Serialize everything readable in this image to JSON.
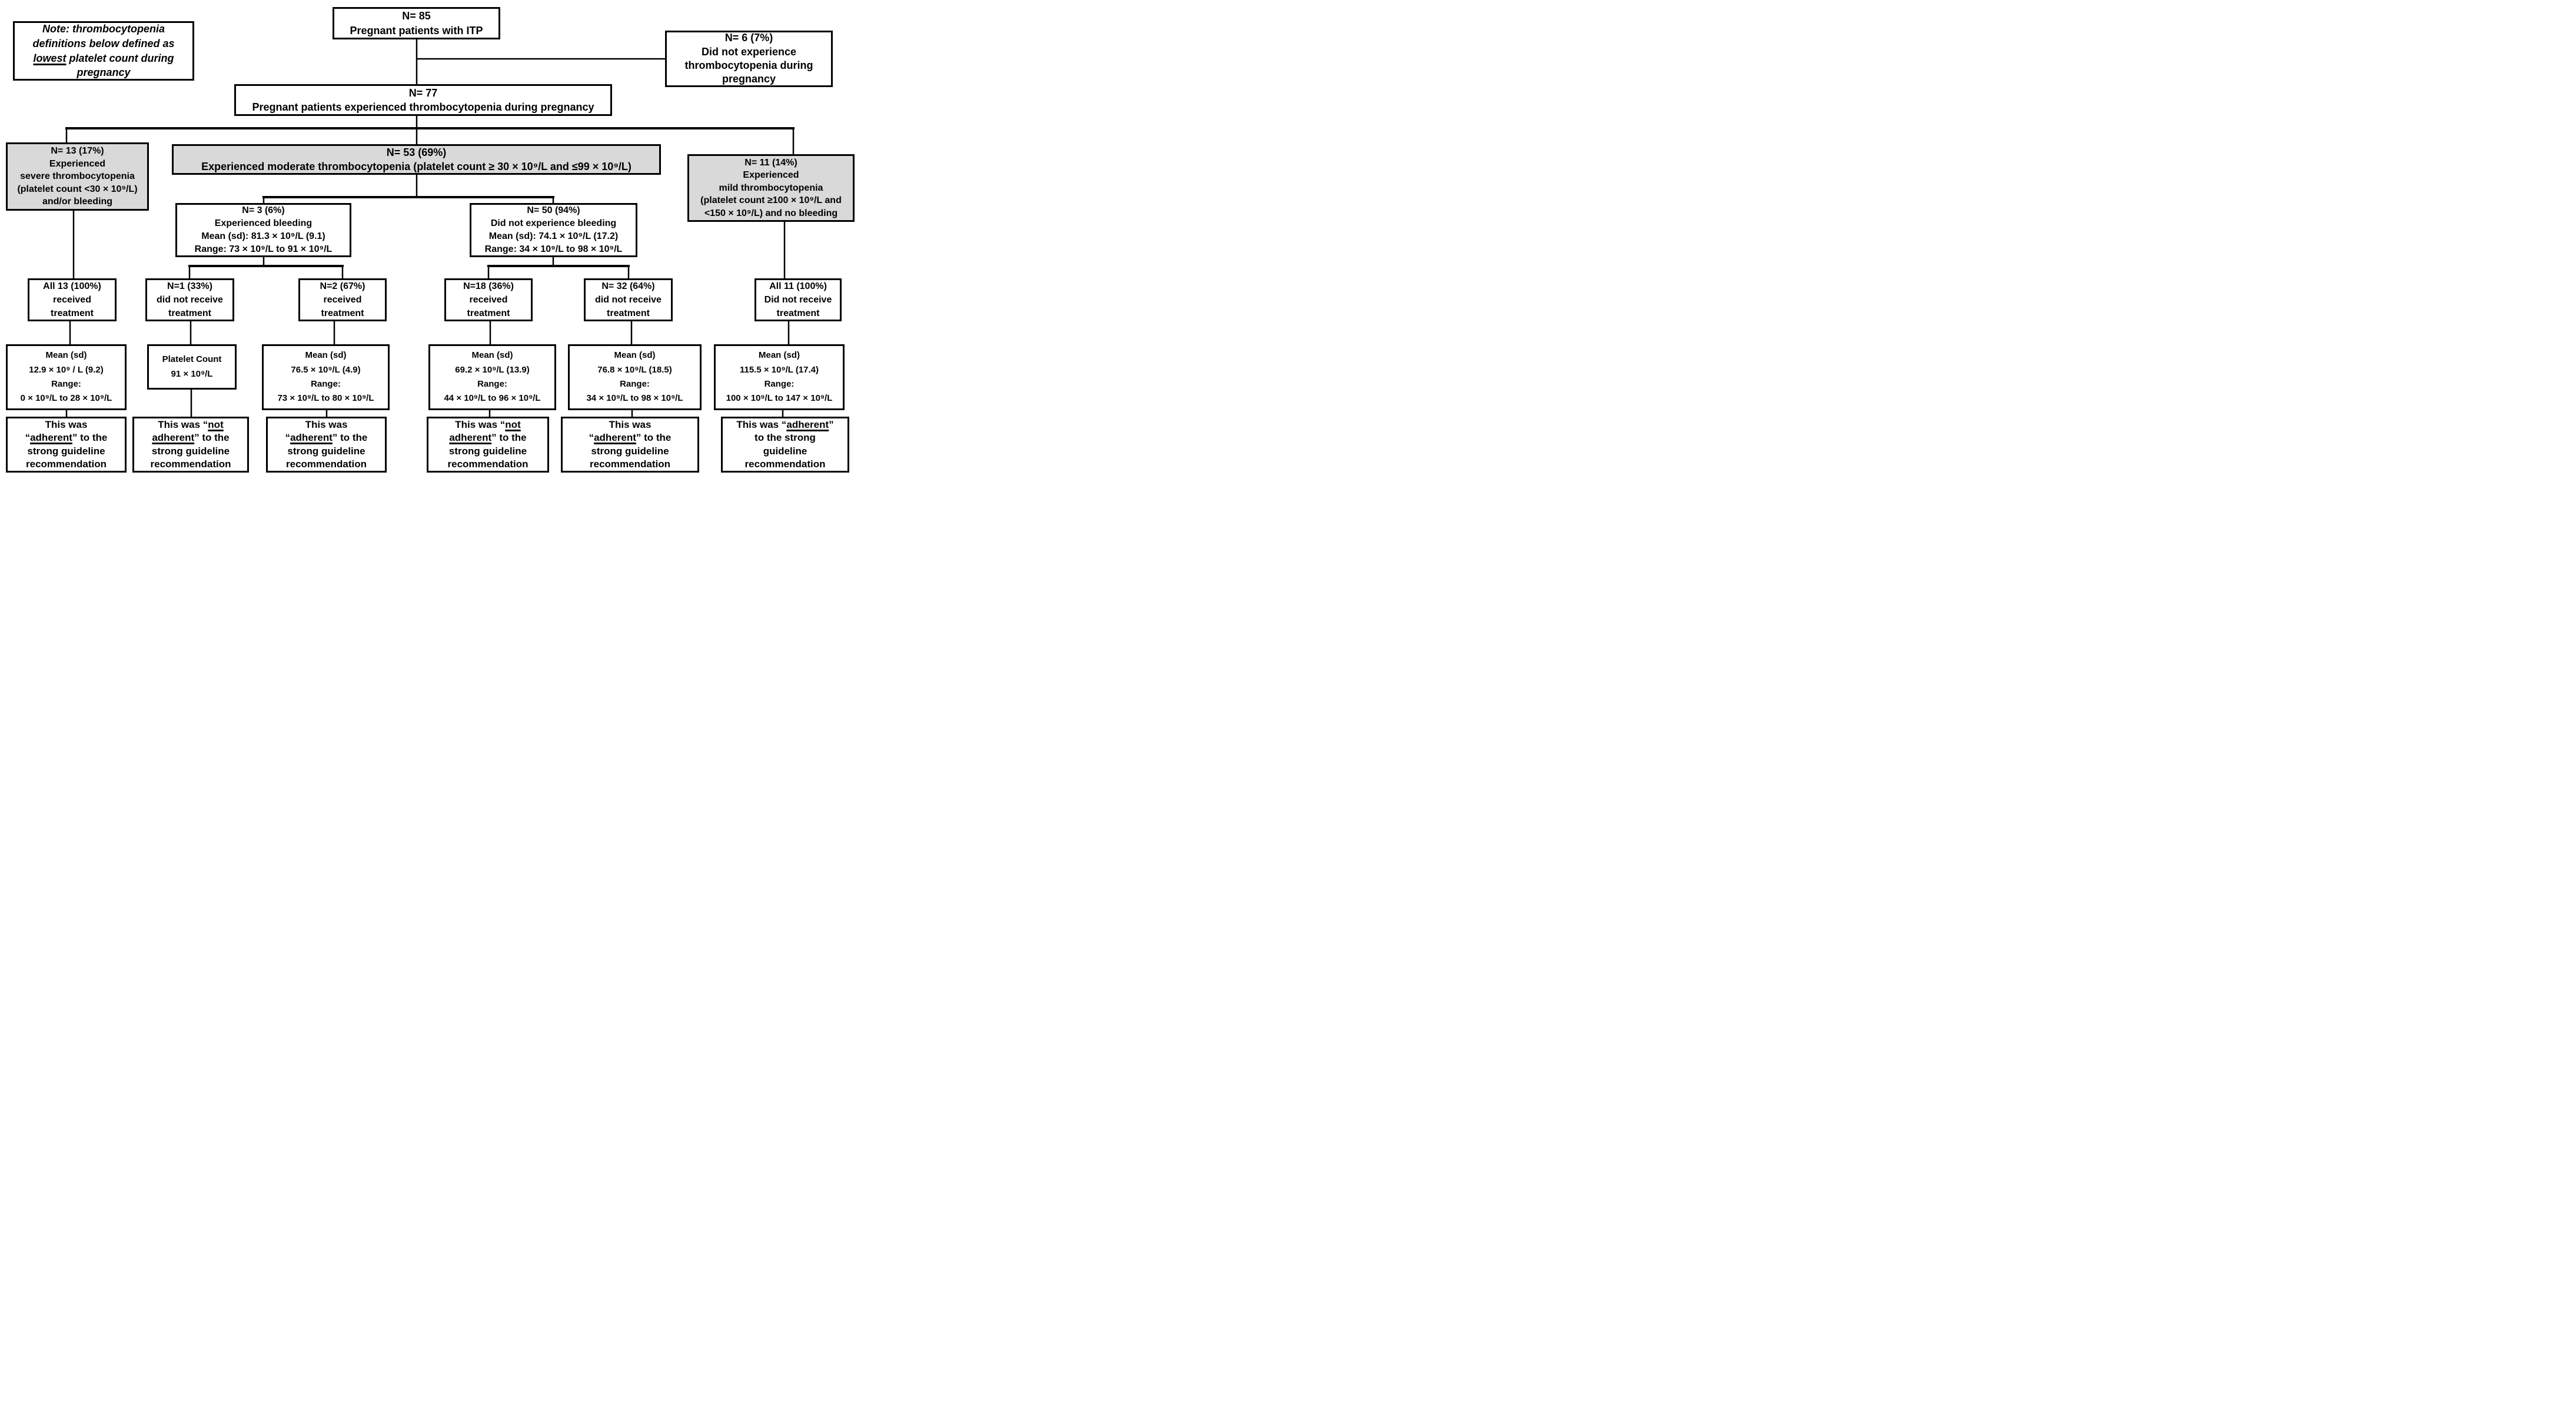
{
  "colors": {
    "box_border": "#000000",
    "shaded_box_fill": "#d9d9d9",
    "background": "#ffffff",
    "connector_line": "#000000"
  },
  "note": {
    "lines": [
      {
        "pre": "Note: thrombocytopenia"
      },
      {
        "pre": "definitions below defined as"
      },
      {
        "u": "lowest",
        "post": " platelet count during"
      },
      {
        "pre": "pregnancy"
      }
    ]
  },
  "root": {
    "lines": [
      "N= 85",
      "Pregnant patients with ITP"
    ]
  },
  "excluded": {
    "lines": [
      "N= 6 (7%)",
      "Did not experience",
      "thrombocytopenia during",
      "pregnancy"
    ]
  },
  "all_tp": {
    "lines": [
      "N= 77",
      "Pregnant patients experienced thrombocytopenia during pregnancy"
    ]
  },
  "severe": {
    "lines": [
      "N= 13 (17%)",
      "Experienced",
      "severe thrombocytopenia",
      "(platelet count <30 × 10⁹/L)",
      "and/or bleeding"
    ]
  },
  "moderate": {
    "lines": [
      "N= 53 (69%)",
      "Experienced moderate thrombocytopenia (platelet count ≥ 30 × 10⁹/L  and ≤99 × 10⁹/L)"
    ]
  },
  "mild": {
    "lines": [
      "N= 11 (14%)",
      "Experienced",
      "mild thrombocytopenia",
      "(platelet count  ≥100 × 10⁹/L  and",
      "<150 × 10⁹/L) and no bleeding"
    ]
  },
  "bleeding": {
    "lines": [
      "N= 3 (6%)",
      "Experienced bleeding",
      "Mean (sd): 81.3 × 10⁹/L (9.1)",
      "Range:  73 × 10⁹/L to  91 × 10⁹/L"
    ]
  },
  "no_bleeding": {
    "lines": [
      "N= 50 (94%)",
      "Did not experience bleeding",
      "Mean (sd): 74.1 × 10⁹/L (17.2)",
      "Range: 34 × 10⁹/L to 98 × 10⁹/L"
    ]
  },
  "treatment": [
    {
      "lines": [
        "All 13 (100%)",
        "received",
        "treatment"
      ]
    },
    {
      "lines": [
        "N=1 (33%)",
        "did not receive",
        "treatment"
      ]
    },
    {
      "lines": [
        "N=2 (67%)",
        "received",
        "treatment"
      ]
    },
    {
      "lines": [
        "N=18 (36%)",
        "received",
        "treatment"
      ]
    },
    {
      "lines": [
        "N= 32 (64%)",
        "did not receive",
        "treatment"
      ]
    },
    {
      "lines": [
        "All 11 (100%)",
        "Did not receive",
        "treatment"
      ]
    }
  ],
  "stats": [
    {
      "lines": [
        "Mean (sd)",
        "12.9 × 10⁹ / L (9.2)",
        "Range:",
        "0 × 10⁹/L to 28 × 10⁹/L"
      ]
    },
    {
      "lines": [
        "Platelet Count",
        "91 × 10⁹/L"
      ]
    },
    {
      "lines": [
        "Mean (sd)",
        "76.5 × 10⁹/L (4.9)",
        "Range:",
        "73 × 10⁹/L to  80 × 10⁹/L"
      ]
    },
    {
      "lines": [
        "Mean (sd)",
        "69.2 × 10⁹/L (13.9)",
        "Range:",
        "44 × 10⁹/L to 96 × 10⁹/L"
      ]
    },
    {
      "lines": [
        "Mean (sd)",
        "76.8 × 10⁹/L (18.5)",
        "Range:",
        "34 × 10⁹/L to  98 × 10⁹/L"
      ]
    },
    {
      "lines": [
        "Mean (sd)",
        "115.5 × 10⁹/L (17.4)",
        "Range:",
        "100 × 10⁹/L to 147 × 10⁹/L"
      ]
    }
  ],
  "adherence": [
    {
      "lines": [
        {
          "pre": "This was"
        },
        {
          "pre": "“",
          "u": "adherent",
          "post": "” to the"
        },
        {
          "pre": "strong guideline"
        },
        {
          "pre": "recommendation"
        }
      ]
    },
    {
      "lines": [
        {
          "pre": "This was “",
          "u": "not"
        },
        {
          "u": "adherent",
          "post": "” to the"
        },
        {
          "pre": "strong guideline"
        },
        {
          "pre": "recommendation"
        }
      ]
    },
    {
      "lines": [
        {
          "pre": "This was"
        },
        {
          "pre": "“",
          "u": "adherent",
          "post": "” to the"
        },
        {
          "pre": "strong guideline"
        },
        {
          "pre": "recommendation"
        }
      ]
    },
    {
      "lines": [
        {
          "pre": "This was “",
          "u": "not"
        },
        {
          "u": "adherent",
          "post": "” to the"
        },
        {
          "pre": "strong guideline"
        },
        {
          "pre": "recommendation"
        }
      ]
    },
    {
      "lines": [
        {
          "pre": "This was"
        },
        {
          "pre": "“",
          "u": "adherent",
          "post": "” to the"
        },
        {
          "pre": "strong guideline"
        },
        {
          "pre": "recommendation"
        }
      ]
    },
    {
      "lines": [
        {
          "pre": "This was “",
          "u": "adherent",
          "post": "”"
        },
        {
          "pre": "to the strong"
        },
        {
          "pre": "guideline"
        },
        {
          "pre": "recommendation"
        }
      ]
    }
  ]
}
